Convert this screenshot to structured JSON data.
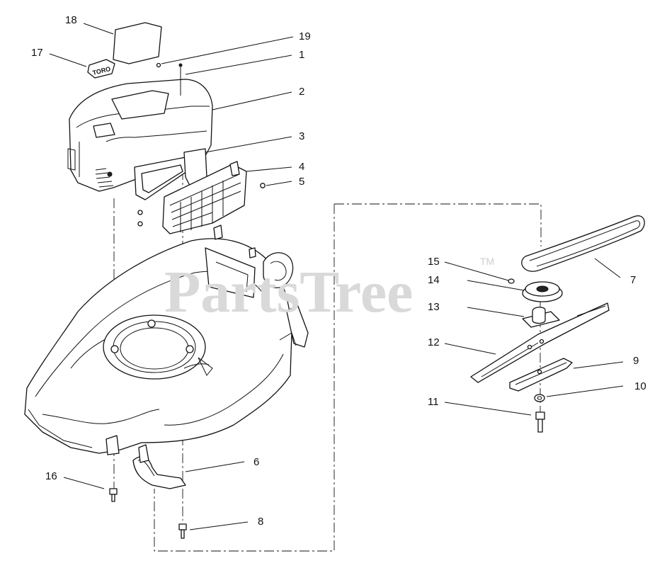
{
  "watermark": {
    "text": "PartsTree",
    "tm": "TM"
  },
  "logo": {
    "text": "TORO"
  },
  "callouts": [
    "1",
    "2",
    "3",
    "4",
    "5",
    "6",
    "7",
    "8",
    "9",
    "10",
    "11",
    "12",
    "13",
    "14",
    "15",
    "16",
    "17",
    "18",
    "19"
  ]
}
